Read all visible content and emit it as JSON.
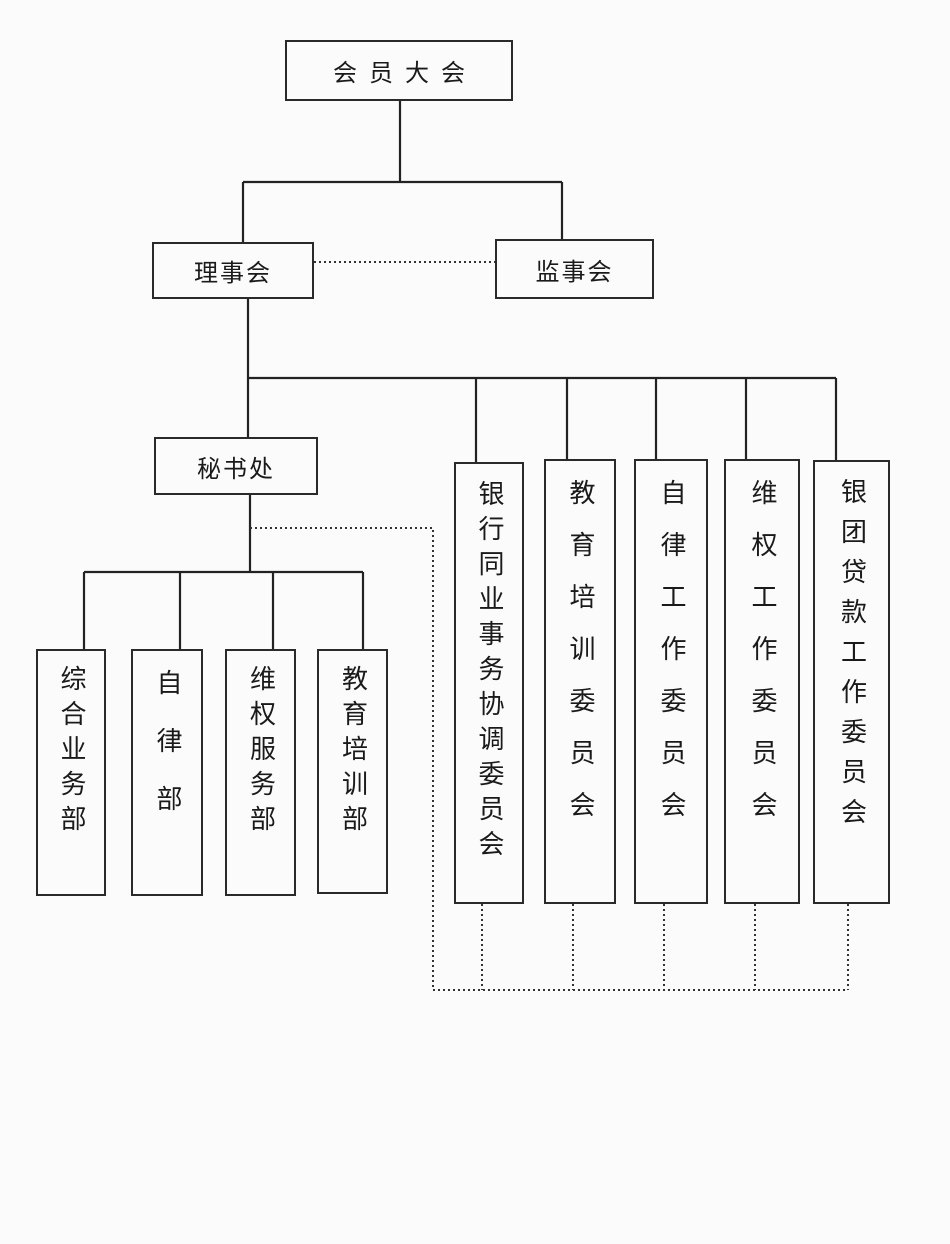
{
  "nodes": {
    "assembly": "会员大会",
    "board": "理事会",
    "supervisors": "监事会",
    "secretariat": "秘书处"
  },
  "departments": [
    {
      "key": "general",
      "label": "综合业务部"
    },
    {
      "key": "discipline",
      "label": "自律部"
    },
    {
      "key": "rights",
      "label": "维权服务部"
    },
    {
      "key": "education",
      "label": "教育培训部"
    }
  ],
  "committees": [
    {
      "key": "coordination",
      "label": "银行同业事务协调委员会"
    },
    {
      "key": "education",
      "label": "教育培训委员会"
    },
    {
      "key": "discipline",
      "label": "自律工作委员会"
    },
    {
      "key": "rights",
      "label": "维权工作委员会"
    },
    {
      "key": "syndicated",
      "label": "银团贷款工作委员会"
    }
  ]
}
